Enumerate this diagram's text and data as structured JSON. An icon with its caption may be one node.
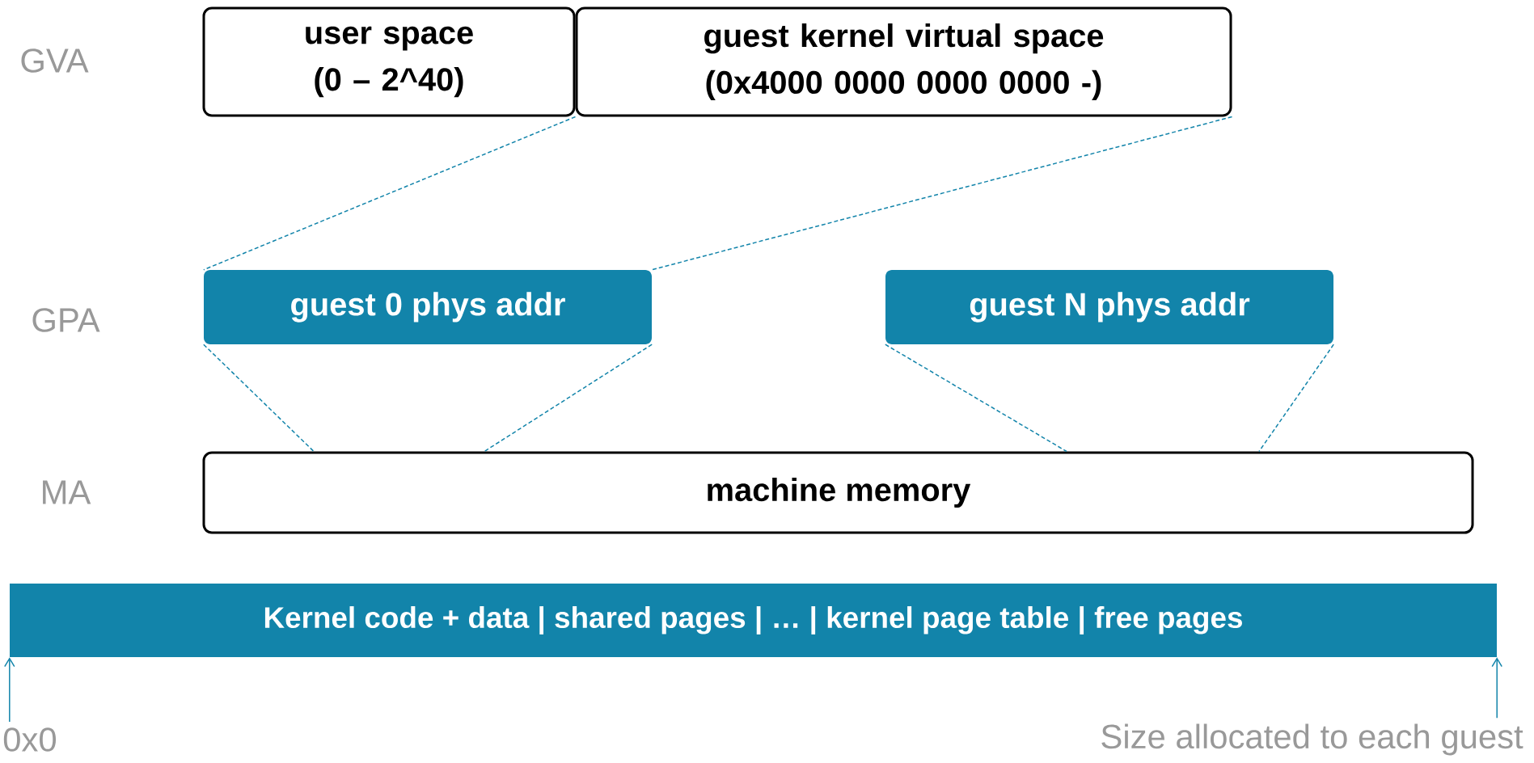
{
  "diagram": {
    "nodes": [
      {
        "text": [
          "user space (0 – 2^40)"
        ]
      },
      {
        "text": [
          "guest kernel virtual space (0x4000 0000 0000 0000 -)"
        ]
      },
      {
        "text": [
          "guest 0 phys addr"
        ]
      },
      {
        "text": [
          "guest N phys addr"
        ]
      },
      {
        "text": [
          "machine memory"
        ]
      },
      {
        "text": [
          "Kernel code + data | shared pages |  … | kernel page table | free pages"
        ]
      },
      {
        "text": [
          "0x0"
        ]
      },
      {
        "text": [
          "Size allocated to each guest"
        ]
      }
    ],
    "edges": [
      {
        "from": 1,
        "to": 2,
        "arrow": "none",
        "style": "dashed"
      },
      {
        "from": 1,
        "to": 2,
        "arrow": "none",
        "style": "dashed"
      },
      {
        "from": 2,
        "to": 4,
        "arrow": "none",
        "style": "dashed"
      },
      {
        "from": 2,
        "to": 4,
        "arrow": "none",
        "style": "dashed"
      },
      {
        "from": 3,
        "to": 4,
        "arrow": "none",
        "style": "dashed"
      },
      {
        "from": 3,
        "to": 4,
        "arrow": "none",
        "style": "dashed"
      },
      {
        "from": 6,
        "to": 5,
        "arrow": "to"
      },
      {
        "from": 7,
        "to": 5,
        "arrow": "to"
      }
    ],
    "labels": [
      "GVA",
      "GPA",
      "MA"
    ]
  }
}
